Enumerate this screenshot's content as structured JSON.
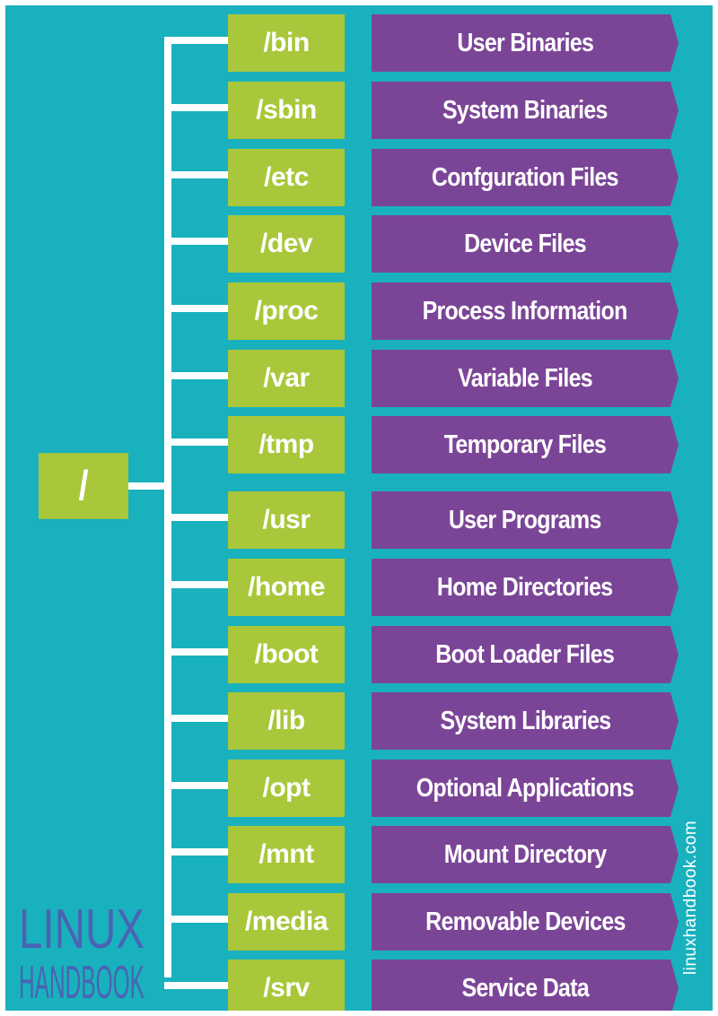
{
  "root": {
    "label": "/"
  },
  "directories": [
    {
      "path": "/bin",
      "description": "User Binaries"
    },
    {
      "path": "/sbin",
      "description": "System Binaries"
    },
    {
      "path": "/etc",
      "description": "Confguration Files"
    },
    {
      "path": "/dev",
      "description": "Device Files"
    },
    {
      "path": "/proc",
      "description": "Process Information"
    },
    {
      "path": "/var",
      "description": "Variable Files"
    },
    {
      "path": "/tmp",
      "description": "Temporary Files"
    },
    {
      "path": "/usr",
      "description": "User Programs"
    },
    {
      "path": "/home",
      "description": "Home Directories"
    },
    {
      "path": "/boot",
      "description": "Boot Loader Files"
    },
    {
      "path": "/lib",
      "description": "System Libraries"
    },
    {
      "path": "/opt",
      "description": "Optional Applications"
    },
    {
      "path": "/mnt",
      "description": "Mount Directory"
    },
    {
      "path": "/media",
      "description": "Removable Devices"
    },
    {
      "path": "/srv",
      "description": "Service Data"
    }
  ],
  "watermark": "linuxhandbook.com",
  "logo": {
    "line1": "LINUX",
    "line2": "HANDBOOK"
  },
  "colors": {
    "background": "#19b1bd",
    "directory_box": "#a9c73a",
    "description_box": "#7b4597",
    "connector": "#ffffff",
    "text": "#ffffff"
  }
}
